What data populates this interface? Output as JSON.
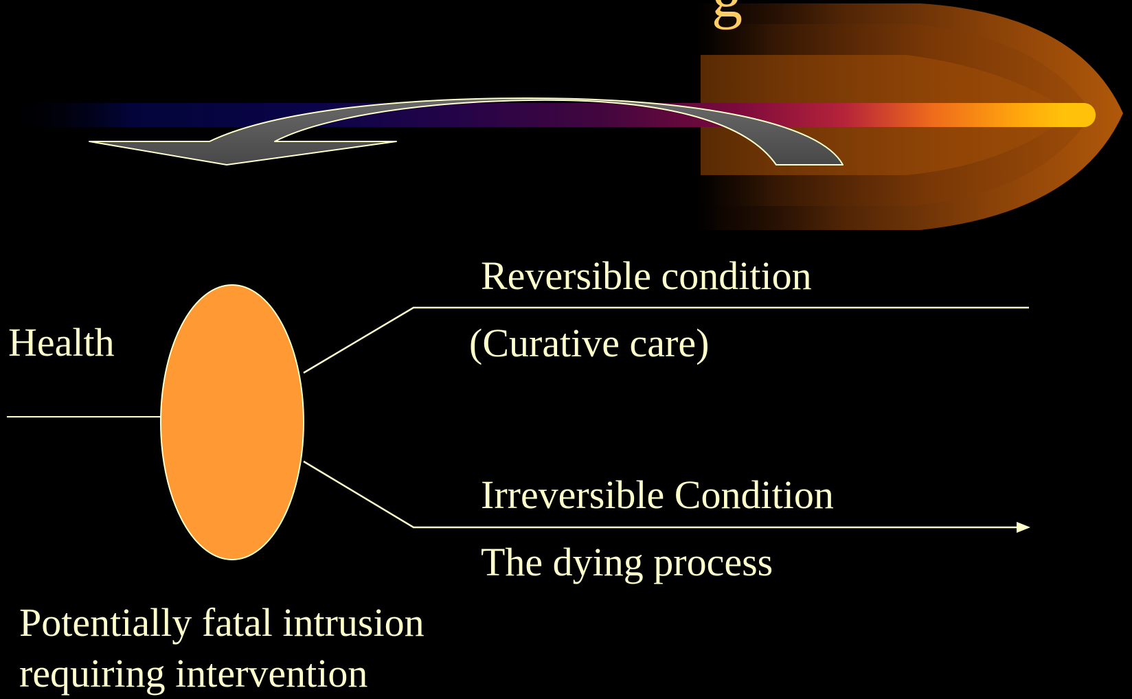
{
  "colors": {
    "background": "#000000",
    "text": "#FFFFCC",
    "ellipse_fill": "#FF9933",
    "ellipse_stroke": "#FFFFCC",
    "arrow_fill": "#4D4D4D",
    "title_text": "#FFCC66"
  },
  "title": {
    "visible_fragment": "g"
  },
  "diagram": {
    "health_label": "Health",
    "reversible_label": "Reversible condition",
    "curative_label": "(Curative care)",
    "irreversible_label": "Irreversible Condition",
    "dying_label": "The dying process",
    "intrusion_label_line1": "Potentially fatal intrusion",
    "intrusion_label_line2": "requiring intervention"
  },
  "icons": {
    "curved_arrow": "curved-return-arrow-icon",
    "arrowhead": "arrowhead-right-icon"
  }
}
